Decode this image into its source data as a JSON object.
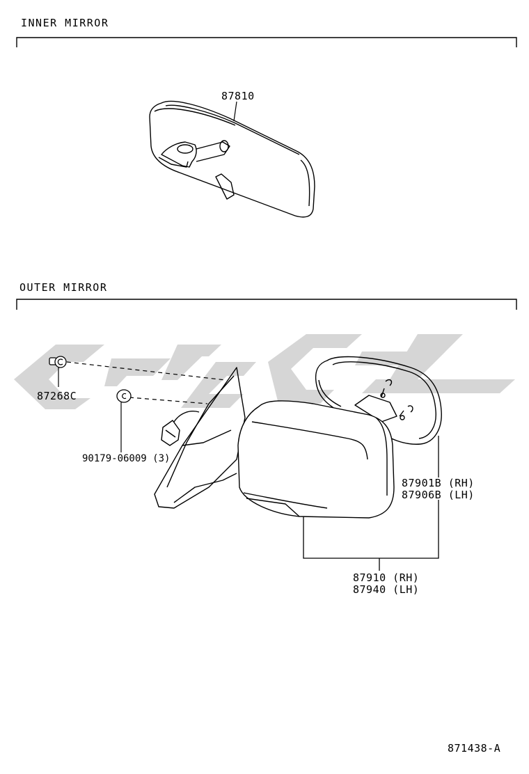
{
  "sections": {
    "inner": {
      "title": "INNER MIRROR"
    },
    "outer": {
      "title": "OUTER MIRROR"
    }
  },
  "parts": {
    "inner_mirror": "87810",
    "cap": "87268C",
    "screw": "90179-06009 (3)",
    "glass_rh": "87901B (RH)",
    "glass_lh": "87906B (LH)",
    "assy_rh": "87910 (RH)",
    "assy_lh": "87940 (LH)"
  },
  "diagram_id": "871438-A"
}
